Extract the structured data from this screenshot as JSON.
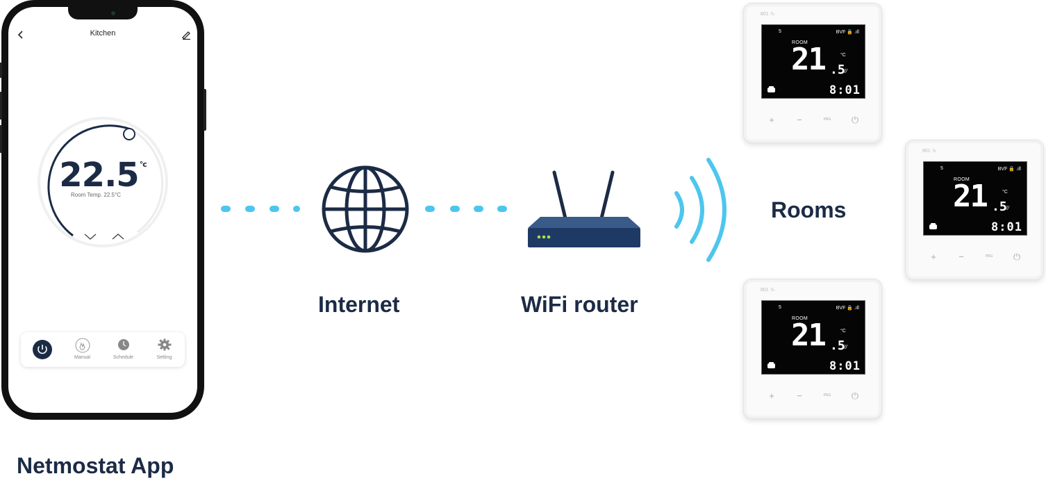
{
  "phone_app": {
    "title": "Kitchen",
    "setpoint": "22.5",
    "unit": "°c",
    "room_temp": "Room Temp. 22.5°C",
    "nav": [
      {
        "label": "",
        "icon": "power-icon"
      },
      {
        "label": "Manual",
        "icon": "hand-icon"
      },
      {
        "label": "Schedule",
        "icon": "clock-icon"
      },
      {
        "label": "Setting",
        "icon": "gear-icon"
      }
    ]
  },
  "labels": {
    "app": "Netmostat App",
    "internet": "Internet",
    "router": "WiFi router",
    "rooms": "Rooms"
  },
  "thermostat": {
    "model": "801 ⅞",
    "mode": "5",
    "flags": "BVF 🔒 .ıll",
    "room_label": "ROOM",
    "temp_int": "21",
    "temp_dec": ".5",
    "unit": "°C",
    "time": "8:01",
    "heat_symbol": "///",
    "buttons": [
      "+",
      "−",
      "PRG",
      "⏻"
    ]
  },
  "colors": {
    "navy": "#1c2b45",
    "accent": "#4dc6ee",
    "router_body": "#1e3a64",
    "router_led": "#a8e04a"
  }
}
